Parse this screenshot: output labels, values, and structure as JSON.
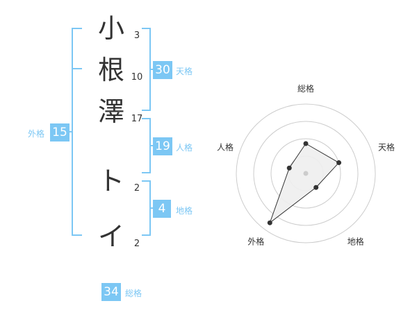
{
  "name": {
    "characters": [
      {
        "char": "小",
        "strokes": "3"
      },
      {
        "char": "根",
        "strokes": "10"
      },
      {
        "char": "澤",
        "strokes": "17"
      },
      {
        "char": "ト",
        "strokes": "2"
      },
      {
        "char": "イ",
        "strokes": "2"
      }
    ]
  },
  "scores": {
    "tenkaku": {
      "value": "30",
      "label": "天格"
    },
    "jinkaku": {
      "value": "19",
      "label": "人格"
    },
    "chikaku": {
      "value": "4",
      "label": "地格"
    },
    "gaikaku": {
      "value": "15",
      "label": "外格"
    },
    "soukaku": {
      "value": "34",
      "label": "総格"
    }
  },
  "chart_data": {
    "type": "radar",
    "axes": [
      "総格",
      "天格",
      "地格",
      "外格",
      "人格"
    ],
    "values": [
      0.43,
      0.5,
      0.25,
      0.88,
      0.25
    ],
    "rings": 4,
    "colors": {
      "fill": "#eeeeee",
      "line": "#333333",
      "grid": "#cccccc",
      "center": "#cccccc"
    }
  },
  "colors": {
    "accent": "#7cc7f4",
    "text": "#333333"
  }
}
